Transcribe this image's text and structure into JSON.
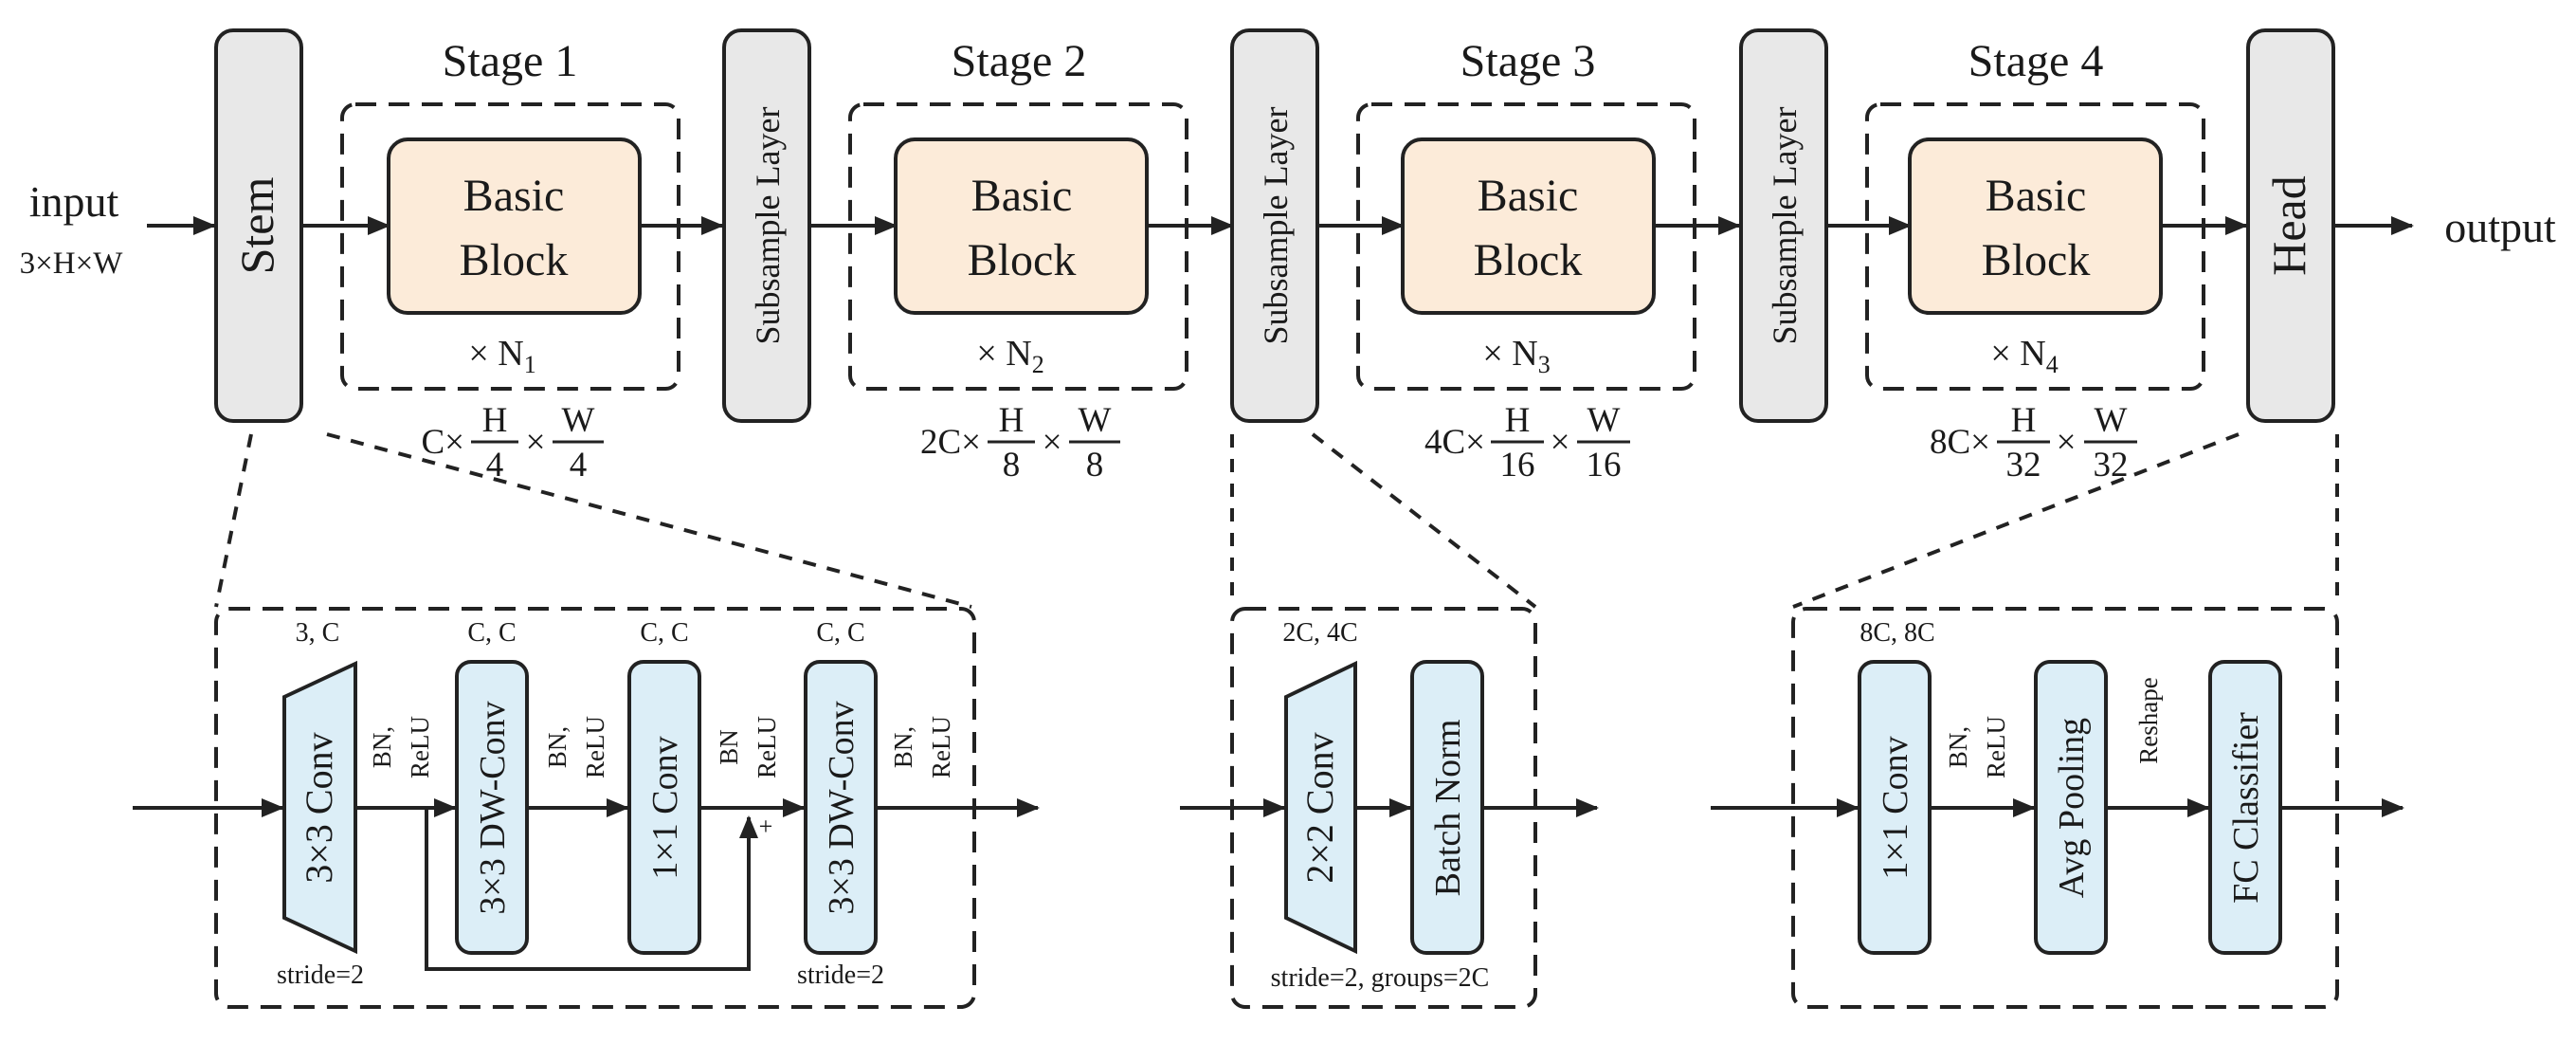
{
  "colors": {
    "line": "#222222",
    "gray_block": "#e8e8e8",
    "basic_block": "#fcebd9",
    "conv_block": "#dceef7"
  },
  "top": {
    "input": "input",
    "input_shape": "3×H×W",
    "output": "output",
    "stem": "Stem",
    "head": "Head",
    "subsample": "Subsample Layer",
    "basic": "Basic",
    "block": "Block",
    "stages": [
      {
        "title": "Stage 1",
        "repeat": "× N",
        "n": "1",
        "ch": "C×",
        "h_num": "H",
        "h_den": "4",
        "w_num": "W",
        "w_den": "4"
      },
      {
        "title": "Stage 2",
        "repeat": "× N",
        "n": "2",
        "ch": "2C×",
        "h_num": "H",
        "h_den": "8",
        "w_num": "W",
        "w_den": "8"
      },
      {
        "title": "Stage 3",
        "repeat": "× N",
        "n": "3",
        "ch": "4C×",
        "h_num": "H",
        "h_den": "16",
        "w_num": "W",
        "w_den": "16"
      },
      {
        "title": "Stage 4",
        "repeat": "× N",
        "n": "4",
        "ch": "8C×",
        "h_num": "H",
        "h_den": "32",
        "w_num": "W",
        "w_den": "32"
      }
    ],
    "times": "×"
  },
  "stem_detail": {
    "conv1_io": "3, C",
    "conv1": "3×3 Conv",
    "conv1_stride": "stride=2",
    "bn": "BN,",
    "relu": "ReLU",
    "dw1_io": "C, C",
    "dw1": "3×3 DW-Conv",
    "pw_io": "C, C",
    "pw": "1×1 Conv",
    "bn2": "BN",
    "relu2": "ReLU",
    "plus": "+",
    "dw2_io": "C, C",
    "dw2": "3×3 DW-Conv",
    "dw2_stride": "stride=2"
  },
  "subsample_detail": {
    "conv_io": "2C, 4C",
    "conv": "2×2 Conv",
    "bn": "Batch Norm",
    "note": "stride=2, groups=2C"
  },
  "head_detail": {
    "conv_io": "8C, 8C",
    "conv": "1×1 Conv",
    "bn": "BN,",
    "relu": "ReLU",
    "pool": "Avg Pooling",
    "reshape": "Reshape",
    "fc": "FC Classifier"
  }
}
